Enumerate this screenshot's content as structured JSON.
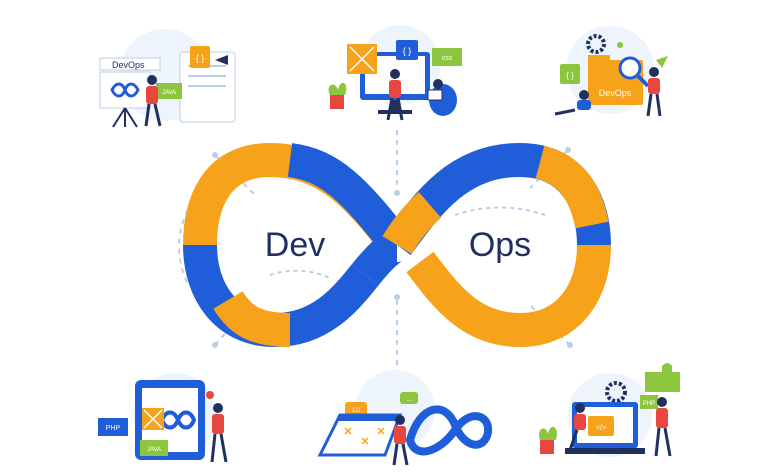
{
  "colors": {
    "blue": "#1f5ed8",
    "orange": "#f7a21b",
    "navy": "#20305f",
    "green": "#8cc63f",
    "red": "#e8473f",
    "pale_blue": "#dfeaf6",
    "dash": "#b9cfe6"
  },
  "center": {
    "left_word": "Dev",
    "right_word": "Ops"
  },
  "vignettes": {
    "top_left": {
      "title": "DevOps",
      "tag": "JAVA",
      "code": "{ }"
    },
    "top_center": {
      "code": "{ }",
      "tag": "css"
    },
    "top_right": {
      "code": "{ }",
      "folder": "DevOps"
    },
    "bottom_left": {
      "tag_php": "PHP",
      "tag_java": "JAVA"
    },
    "bottom_center": {
      "bubble_a": "1/2",
      "bubble_b": "..."
    },
    "bottom_right": {
      "screen_code": "</>",
      "tag": "PHP"
    }
  }
}
